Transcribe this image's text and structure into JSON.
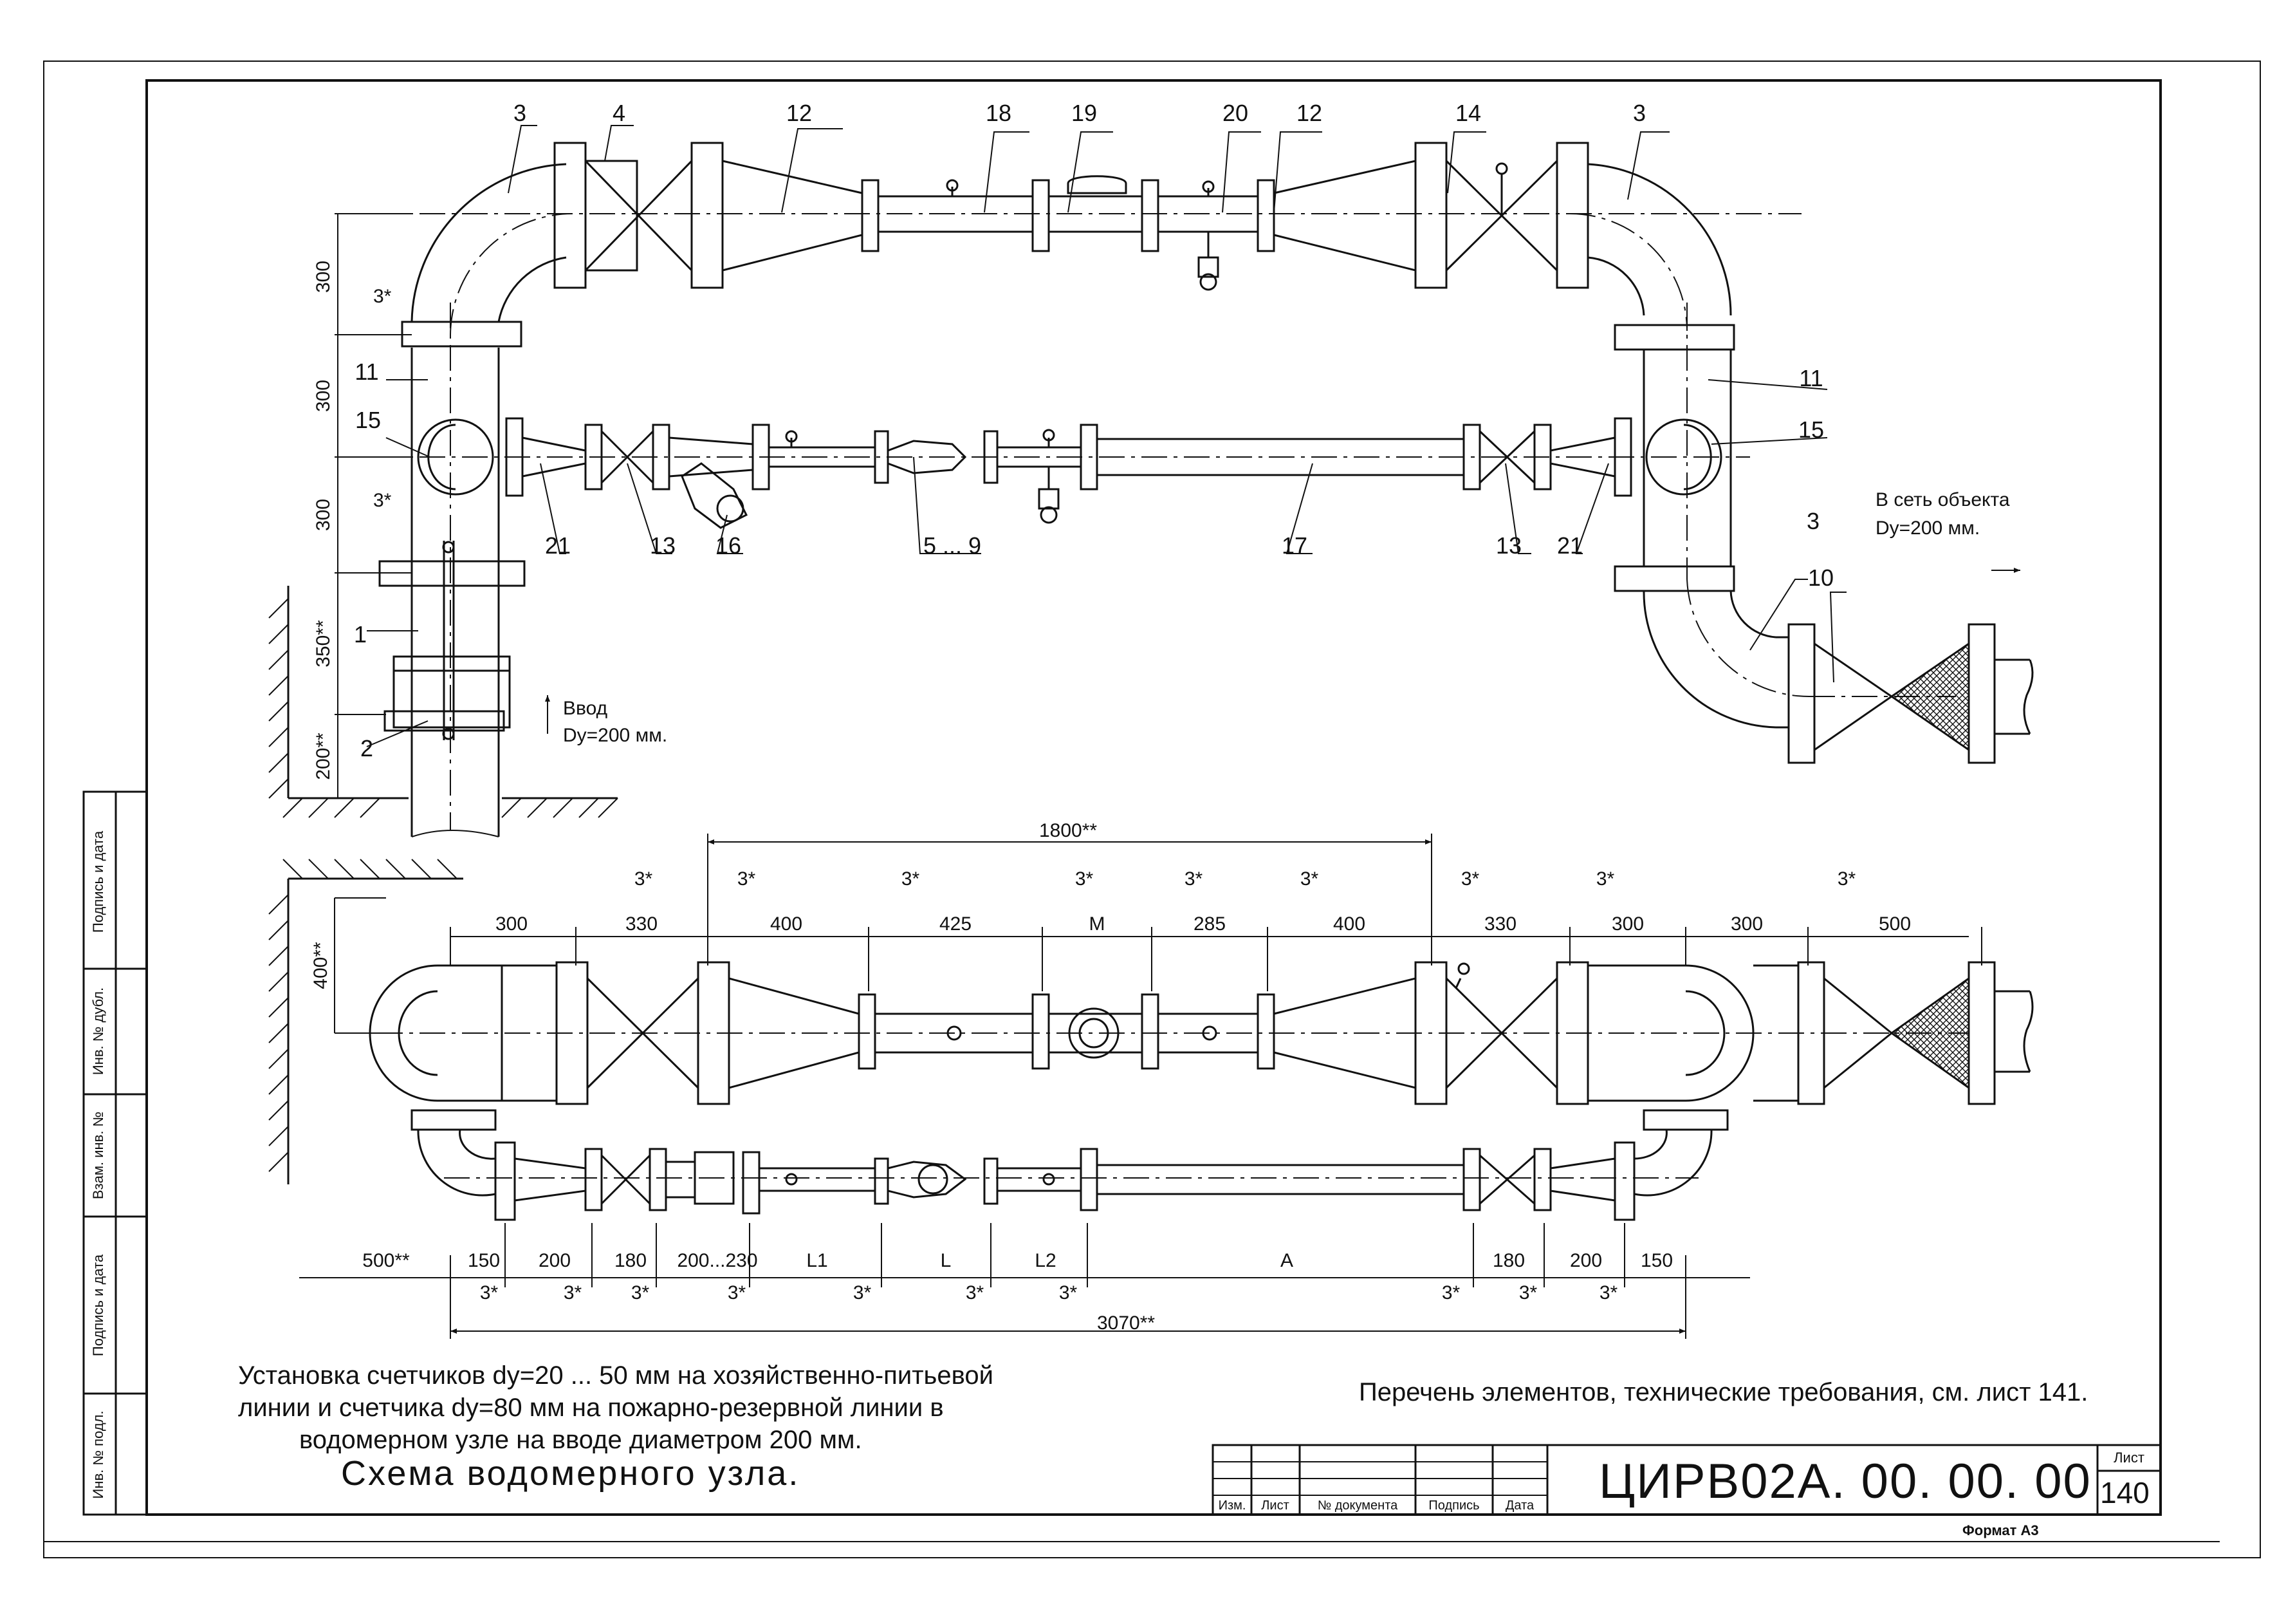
{
  "sheet": {
    "doc_code": "ЦИРВ02А. 00. 00. 00",
    "sheet_label": "Лист",
    "sheet_number": "140",
    "format": "Формат А3",
    "title_block_cols": [
      "Изм.",
      "Лист",
      "№ документа",
      "Подпись",
      "Дата"
    ],
    "side_stamps": [
      "Подпись и дата",
      "Инв. № дубл.",
      "Взам. инв. №",
      "Подпись и дата",
      "Инв. № подл."
    ]
  },
  "notes": {
    "description_lines": [
      "Установка счетчиков dy=20 ... 50 мм на хозяйственно-питьевой",
      "линии и счетчика dy=80 мм на пожарно-резервной линии в",
      "водомерном узле на вводе диаметром 200 мм."
    ],
    "title": "Схема водомерного узла.",
    "reference": "Перечень элементов, технические требования, см. лист 141.",
    "inlet_label": "Ввод",
    "inlet_size": "Dy=200 мм.",
    "outlet_label": "В сеть объекта",
    "outlet_size": "Dy=200 мм."
  },
  "upper_view": {
    "positions_top": [
      "3",
      "4",
      "12",
      "18",
      "19",
      "20",
      "12",
      "14",
      "3"
    ],
    "positions_left": [
      "11",
      "15",
      "1",
      "2"
    ],
    "positions_right": [
      "11",
      "15",
      "3",
      "10"
    ],
    "positions_bottom": [
      "21",
      "13",
      "16",
      "5 ... 9",
      "17",
      "13",
      "21"
    ],
    "vertical_dims": [
      "300",
      "300",
      "300",
      "350**",
      "200**"
    ],
    "gap_marks": [
      "3*",
      "3*"
    ]
  },
  "plan_view": {
    "overall_top": "1800**",
    "wall_offset": "400**",
    "top_dims": [
      "300",
      "330",
      "400",
      "425",
      "M",
      "285",
      "400",
      "330",
      "300",
      "300",
      "500"
    ],
    "top_gap": "3*",
    "bottom_dims": [
      "500**",
      "150",
      "200",
      "180",
      "200...230",
      "L1",
      "L",
      "L2",
      "A",
      "180",
      "200",
      "150"
    ],
    "bottom_gap": "3*",
    "overall_bottom": "3070**"
  }
}
